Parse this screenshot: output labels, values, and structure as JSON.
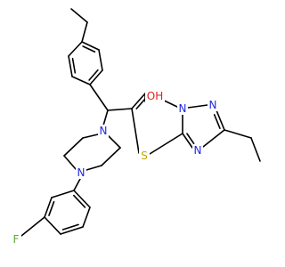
{
  "colors": {
    "background": "#ffffff",
    "bond": "#000000",
    "nitrogen": "#1f28e0",
    "oxygen": "#e0201a",
    "sulfur": "#c9a400",
    "fluorine": "#5aa83a"
  },
  "atom_labels": {
    "oh": "OH",
    "s": "S",
    "n_thiazole": "N",
    "n_triazole_top": "N",
    "n_triazole_bottom": "N",
    "n_piperazine_top": "N",
    "n_piperazine_bottom": "N",
    "f": "F"
  }
}
